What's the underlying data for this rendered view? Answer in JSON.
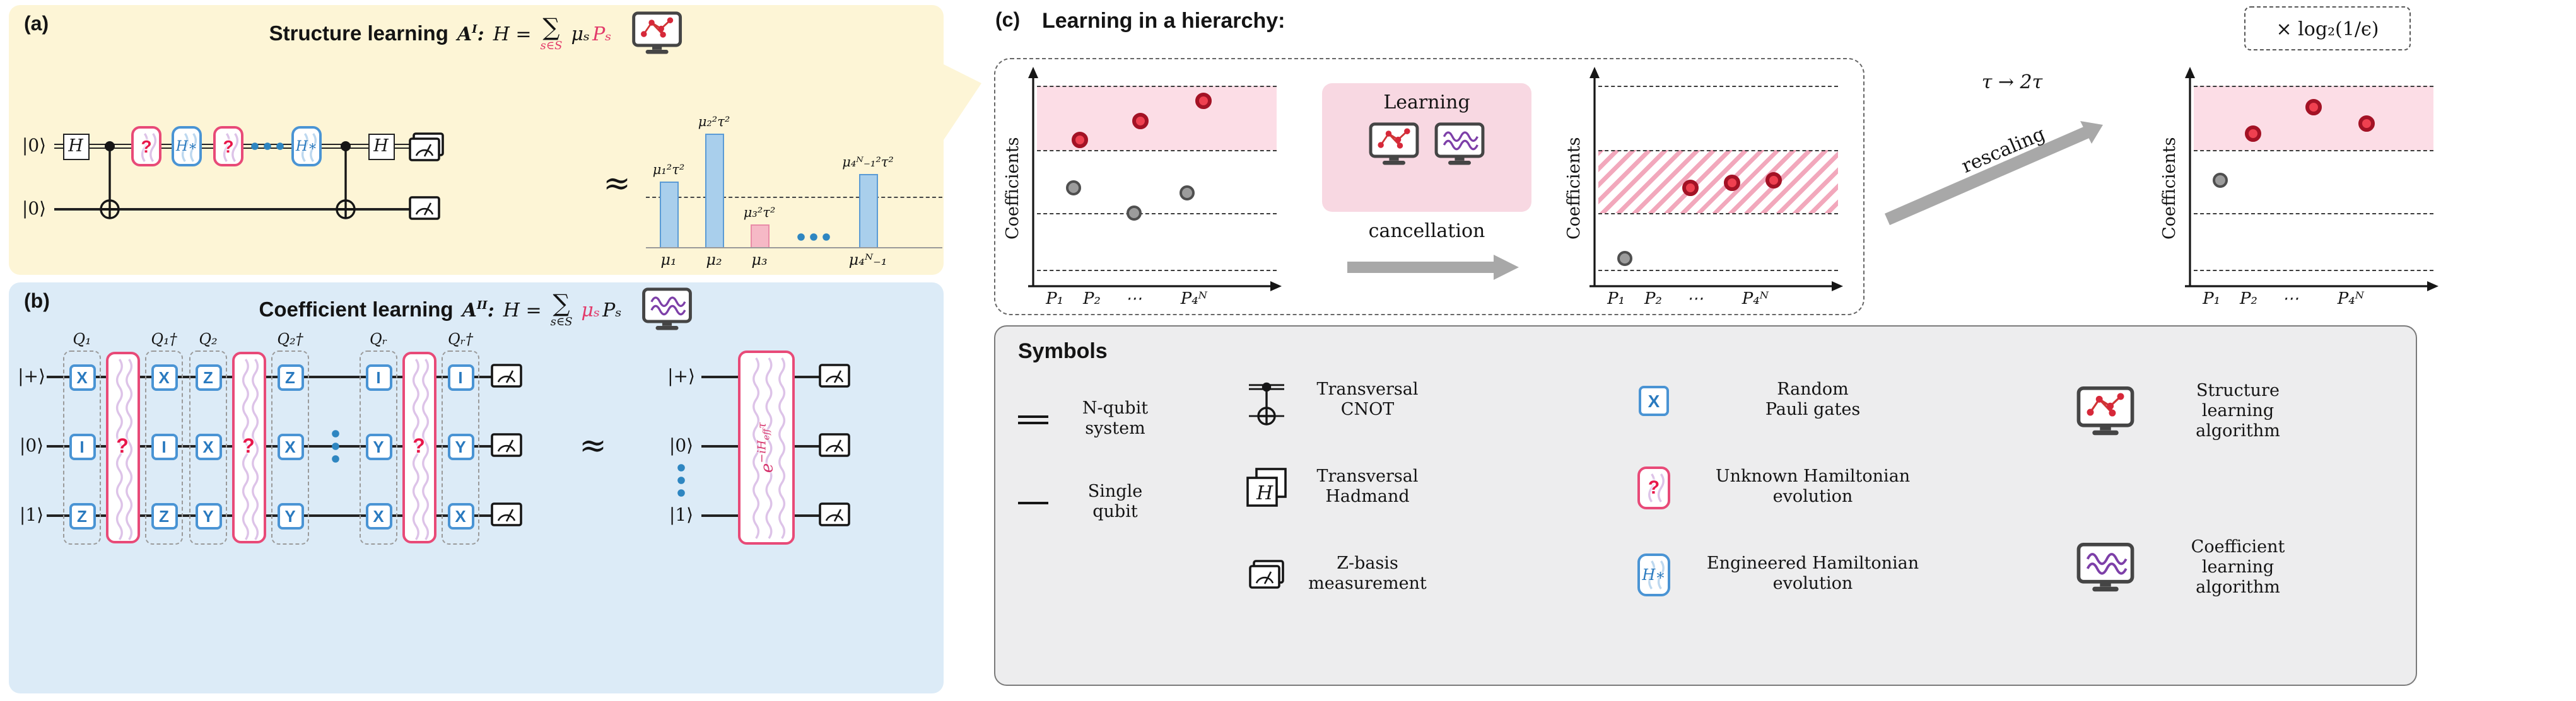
{
  "panel_a": {
    "tag": "(a)",
    "title": "Structure learning",
    "algorithm_letter": "A",
    "algorithm_sup": "I",
    "algorithm_colon": ":",
    "formula": {
      "lhs": "H =",
      "sum": "∑",
      "under": "s∈S",
      "mu": "μₛ",
      "pauli": "Pₛ"
    },
    "qubits": [
      "|0⟩",
      "|0⟩"
    ],
    "hadamard_gate": "H",
    "unknown_gate": "?",
    "engineered_gate": "H∗",
    "wire_ellipsis": "•••",
    "approx": "≈",
    "chart": {
      "type": "bar",
      "bars": [
        {
          "top_label": "μ₁²τ²",
          "x_label": "μ₁",
          "height_frac": 0.58,
          "color": "#a9cfec"
        },
        {
          "top_label": "μ₂²τ²",
          "x_label": "μ₂",
          "height_frac": 1.0,
          "color": "#a9cfec"
        },
        {
          "top_label": "μ₃²τ²",
          "x_label": "μ₃",
          "height_frac": 0.2,
          "color": "#f6b9c6"
        },
        {
          "top_label": "μ₄ᴺ₋₁²τ²",
          "x_label": "μ₄ᴺ₋₁",
          "height_frac": 0.64,
          "color": "#a9cfec"
        }
      ],
      "ellipsis": "•••",
      "threshold_frac": 0.44
    }
  },
  "panel_b": {
    "tag": "(b)",
    "title": "Coefficient learning",
    "algorithm_letter": "A",
    "algorithm_sup": "II",
    "algorithm_colon": ":",
    "formula": {
      "lhs": "H =",
      "sum": "∑",
      "under": "s∈S",
      "mu": "μₛ",
      "pauli": "Pₛ"
    },
    "column_labels": [
      "Q₁",
      "Q₁†",
      "Q₂",
      "Q₂†",
      "Qᵣ",
      "Qᵣ†"
    ],
    "rows": [
      {
        "qubit": "|+⟩",
        "gates": [
          "X",
          "X",
          "Z",
          "Z",
          "I",
          "I"
        ]
      },
      {
        "qubit": "|0⟩",
        "gates": [
          "I",
          "I",
          "X",
          "X",
          "Y",
          "Y"
        ]
      },
      {
        "qubit": "|1⟩",
        "gates": [
          "Z",
          "Z",
          "Y",
          "Y",
          "X",
          "X"
        ]
      }
    ],
    "unknown_gate": "?",
    "approx": "≈",
    "right_qubits": [
      "|+⟩",
      "|0⟩",
      "|1⟩"
    ],
    "effective_evolution": {
      "base": "e",
      "exp_prefix": "−iH",
      "exp_sub": "eff",
      "exp_suffix": "τ"
    }
  },
  "panel_c": {
    "tag": "(c)",
    "title": "Learning in a hierarchy:",
    "scale_note": "× log₂(1/ϵ)",
    "learning_label": "Learning",
    "cancellation_label": "cancellation",
    "rescale_formula": "τ → 2τ",
    "rescale_label": "rescaling",
    "chart_data": [
      {
        "type": "scatter",
        "ylabel": "Coefficients",
        "xticks": [
          "P₁",
          "P₂",
          "⋯",
          "P₄ᴺ"
        ],
        "dashed_levels": [
          0.96,
          0.65,
          0.34,
          0.06
        ],
        "band": {
          "style": "solid",
          "top": 0.96,
          "bottom": 0.65
        },
        "series": [
          {
            "name": "large-terms",
            "color": "red",
            "points": [
              [
                0.17,
                0.7
              ],
              [
                0.43,
                0.79
              ],
              [
                0.7,
                0.89
              ]
            ]
          },
          {
            "name": "small-terms",
            "color": "gray",
            "points": [
              [
                0.14,
                0.46
              ],
              [
                0.4,
                0.34
              ],
              [
                0.63,
                0.44
              ]
            ]
          }
        ]
      },
      {
        "type": "scatter",
        "ylabel": "Coefficients",
        "xticks": [
          "P₁",
          "P₂",
          "⋯",
          "P₄ᴺ"
        ],
        "dashed_levels": [
          0.96,
          0.65,
          0.34,
          0.06
        ],
        "band": {
          "style": "hatch",
          "top": 0.65,
          "bottom": 0.34
        },
        "series": [
          {
            "name": "large-terms",
            "color": "red",
            "points": [
              [
                0.38,
                0.46
              ],
              [
                0.56,
                0.49
              ],
              [
                0.74,
                0.5
              ]
            ]
          },
          {
            "name": "small-terms",
            "color": "gray",
            "points": [
              [
                0.1,
                0.12
              ]
            ]
          }
        ]
      },
      {
        "type": "scatter",
        "ylabel": "Coefficients",
        "xticks": [
          "P₁",
          "P₂",
          "⋯",
          "P₄ᴺ"
        ],
        "dashed_levels": [
          0.96,
          0.65,
          0.34,
          0.06
        ],
        "band": {
          "style": "solid",
          "top": 0.96,
          "bottom": 0.65
        },
        "series": [
          {
            "name": "large-terms",
            "color": "red",
            "points": [
              [
                0.24,
                0.73
              ],
              [
                0.5,
                0.86
              ],
              [
                0.73,
                0.78
              ]
            ]
          },
          {
            "name": "small-terms",
            "color": "gray",
            "points": [
              [
                0.1,
                0.5
              ]
            ]
          }
        ]
      }
    ]
  },
  "legend": {
    "title": "Symbols",
    "items": [
      {
        "icon": "nqubit-wire-icon",
        "label": "N-qubit\nsystem"
      },
      {
        "icon": "single-wire-icon",
        "label": "Single\nqubit"
      },
      {
        "icon": "transversal-cnot-icon",
        "label": "Transversal\nCNOT"
      },
      {
        "icon": "transversal-hadamard-icon",
        "label": "Transversal\nHadmand"
      },
      {
        "icon": "z-measurement-icon",
        "label": "Z-basis\nmeasurement"
      },
      {
        "icon": "random-pauli-icon",
        "label": "Random\nPauli gates"
      },
      {
        "icon": "unknown-hamiltonian-icon",
        "label": "Unknown Hamiltonian\nevolution"
      },
      {
        "icon": "engineered-hamiltonian-icon",
        "label": "Engineered Hamiltonian\nevolution"
      },
      {
        "icon": "structure-learning-icon",
        "label": "Structure\nlearning\nalgorithm"
      },
      {
        "icon": "coefficient-learning-icon",
        "label": "Coefficient\nlearning\nalgorithm"
      }
    ],
    "glyphs": {
      "equals": "=",
      "dash": "—",
      "hadamard": "H",
      "pauli": "X",
      "unknown": "?",
      "engineered": "H∗"
    }
  },
  "colors": {
    "panel_a_bg": "#fdf5d6",
    "panel_b_bg": "#dcebf7",
    "accent_red": "#e23a6a",
    "accent_blue": "#4a94d4",
    "band_pink": "#fcdde6",
    "bar_blue": "#a9cfec",
    "bar_pink": "#f6b9c6",
    "point_red": "#ef4050",
    "point_gray": "#9c9c9c",
    "arrow_gray": "#a8a8a8"
  }
}
